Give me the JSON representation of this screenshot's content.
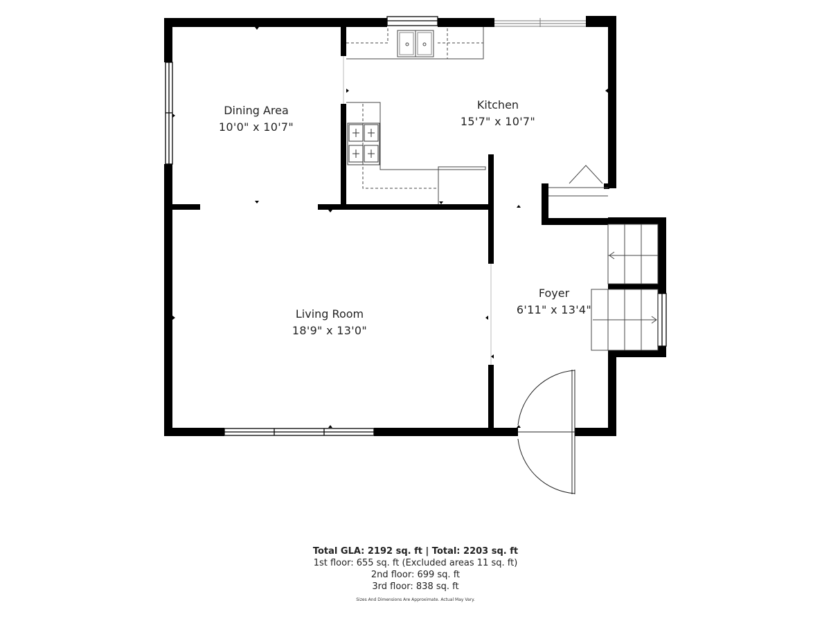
{
  "rooms": {
    "dining": {
      "name": "Dining Area",
      "dims": "10'0\" x 10'7\""
    },
    "kitchen": {
      "name": "Kitchen",
      "dims": "15'7\" x 10'7\""
    },
    "living": {
      "name": "Living Room",
      "dims": "18'9\" x 13'0\""
    },
    "foyer": {
      "name": "Foyer",
      "dims": "6'11\" x 13'4\""
    }
  },
  "summary": {
    "gla_label": "Total GLA:",
    "gla_value": "2192 sq. ft",
    "separator": "|",
    "total_label": "Total:",
    "total_value": "2203 sq. ft",
    "floor1": "1st floor: 655 sq. ft (Excluded areas 11 sq. ft)",
    "floor2": "2nd floor: 699 sq. ft",
    "floor3": "3rd floor: 838 sq. ft",
    "disclaimer": "Sizes And Dimensions Are Approximate. Actual May Vary."
  }
}
